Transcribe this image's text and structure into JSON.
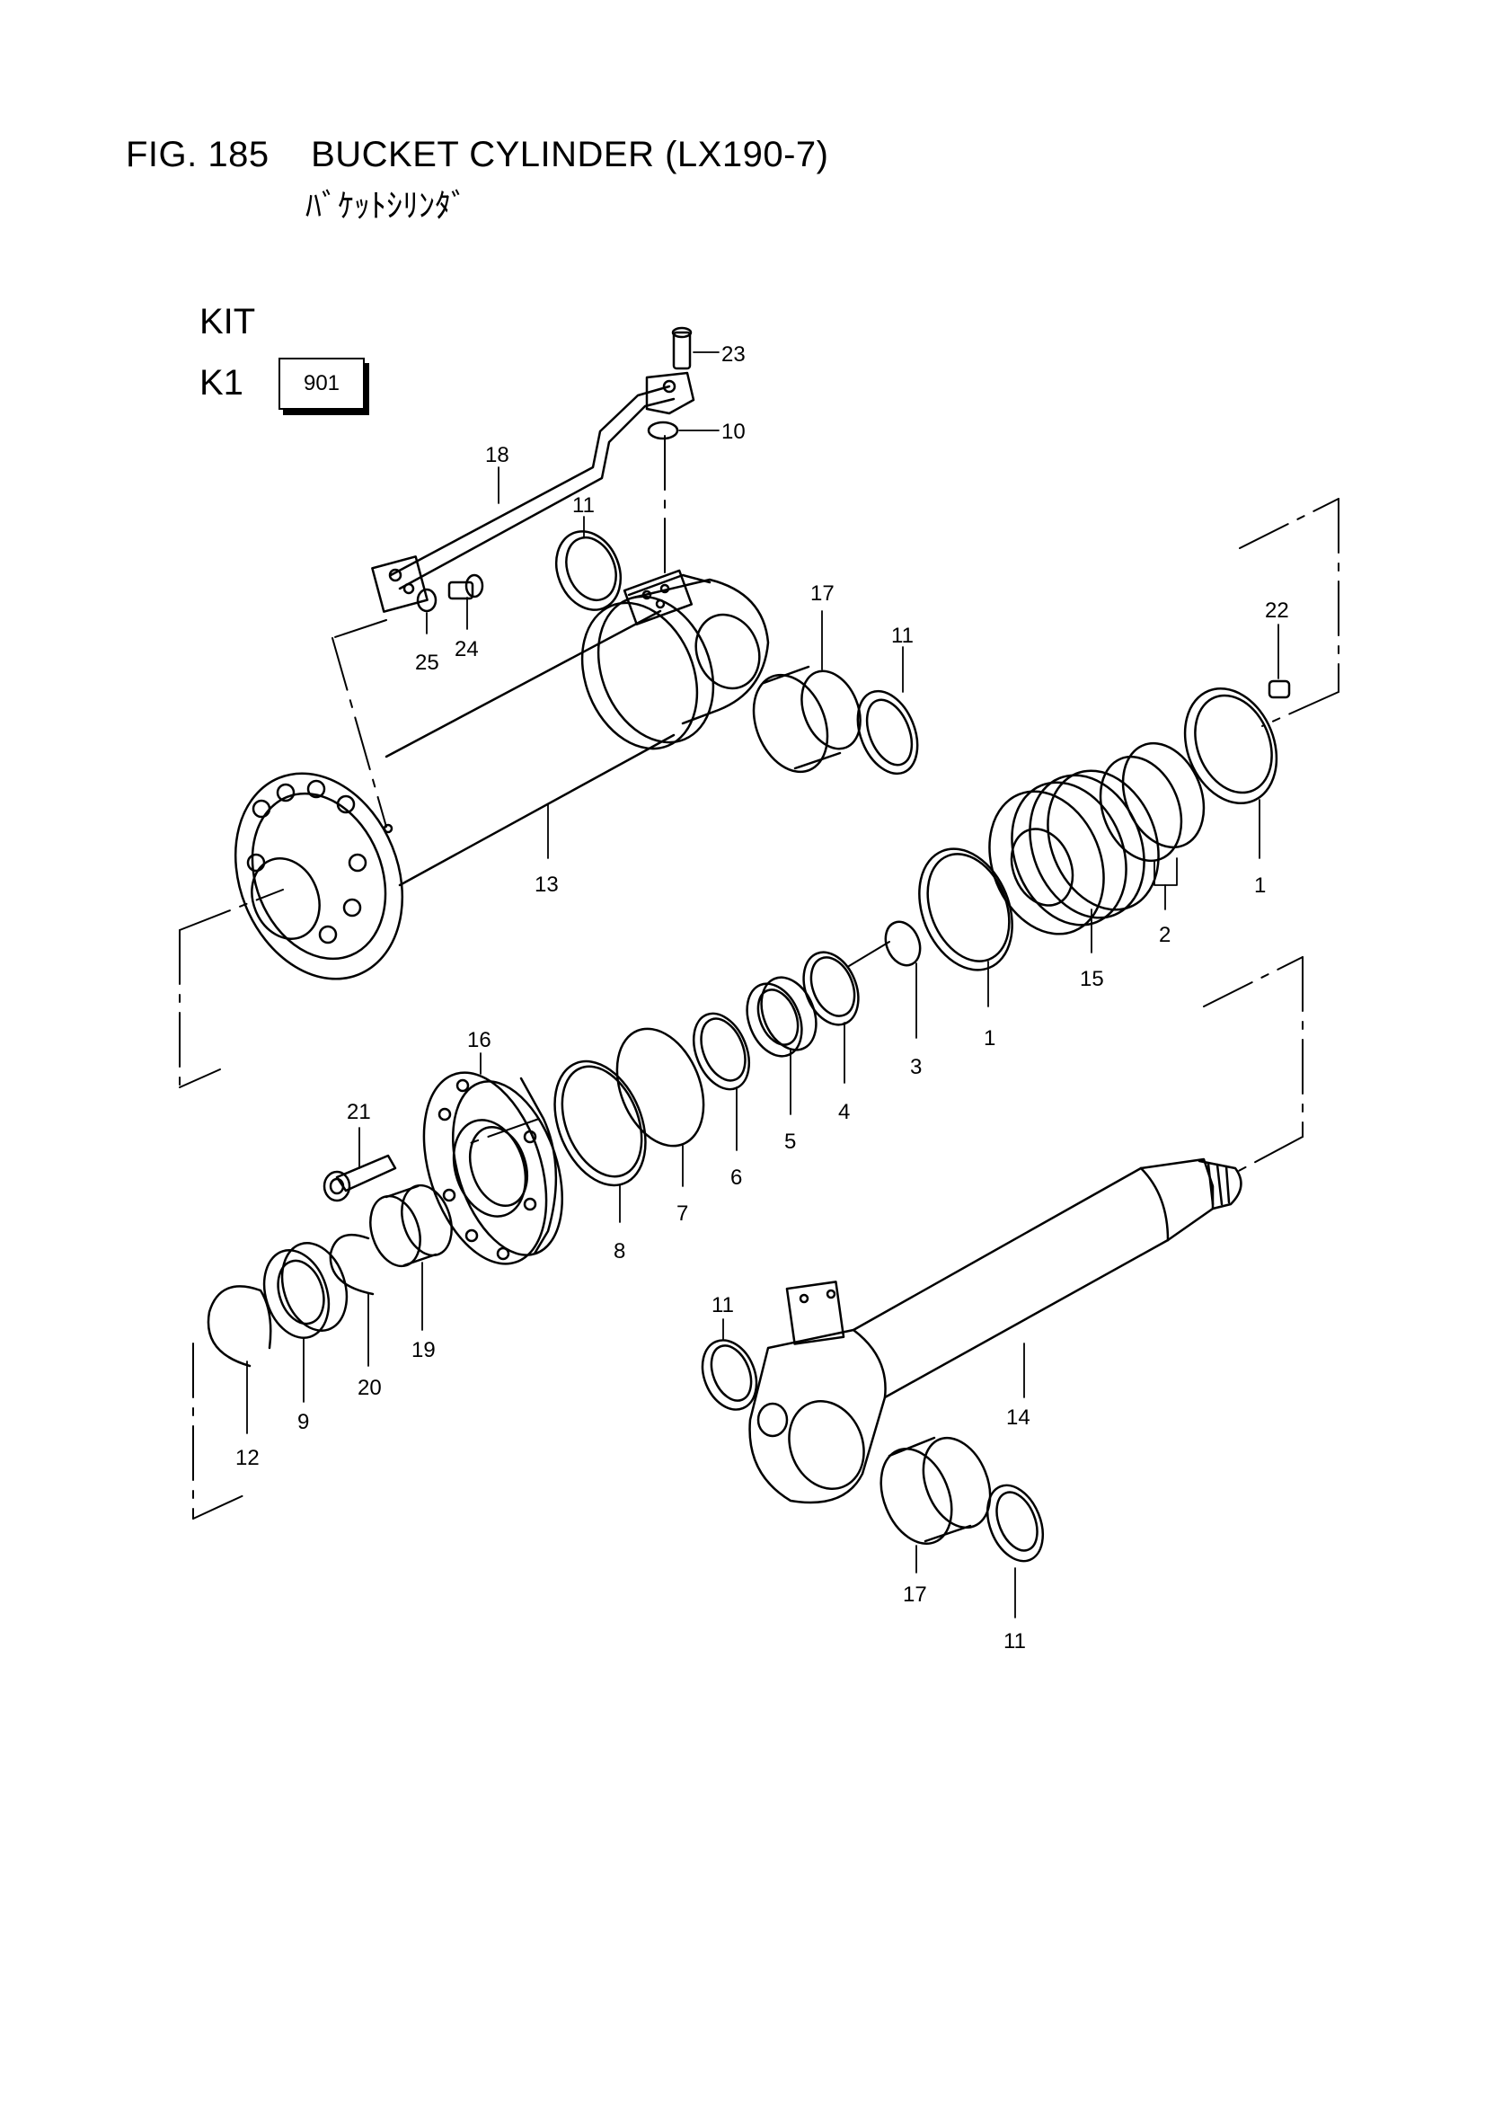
{
  "header": {
    "title": "FIG. 185    BUCKET CYLINDER (LX190-7)",
    "subtitle": "ﾊﾞｹｯﾄｼﾘﾝﾀﾞ"
  },
  "kit": {
    "heading": "KIT",
    "k1_label": "K1",
    "k1_box": "901"
  },
  "part_labels": [
    {
      "id": "p23",
      "text": "23"
    },
    {
      "id": "p10",
      "text": "10"
    },
    {
      "id": "p18",
      "text": "18"
    },
    {
      "id": "p11a",
      "text": "11"
    },
    {
      "id": "p17a",
      "text": "17"
    },
    {
      "id": "p11b",
      "text": "11"
    },
    {
      "id": "p25",
      "text": "25"
    },
    {
      "id": "p24",
      "text": "24"
    },
    {
      "id": "p22",
      "text": "22"
    },
    {
      "id": "p13",
      "text": "13"
    },
    {
      "id": "p1a",
      "text": "1"
    },
    {
      "id": "p2",
      "text": "2"
    },
    {
      "id": "p15",
      "text": "15"
    },
    {
      "id": "p1b",
      "text": "1"
    },
    {
      "id": "p3",
      "text": "3"
    },
    {
      "id": "p4",
      "text": "4"
    },
    {
      "id": "p5",
      "text": "5"
    },
    {
      "id": "p6",
      "text": "6"
    },
    {
      "id": "p7",
      "text": "7"
    },
    {
      "id": "p8",
      "text": "8"
    },
    {
      "id": "p16",
      "text": "16"
    },
    {
      "id": "p21",
      "text": "21"
    },
    {
      "id": "p19",
      "text": "19"
    },
    {
      "id": "p20",
      "text": "20"
    },
    {
      "id": "p9",
      "text": "9"
    },
    {
      "id": "p12",
      "text": "12"
    },
    {
      "id": "p11c",
      "text": "11"
    },
    {
      "id": "p14",
      "text": "14"
    },
    {
      "id": "p17b",
      "text": "17"
    },
    {
      "id": "p11d",
      "text": "11"
    }
  ]
}
